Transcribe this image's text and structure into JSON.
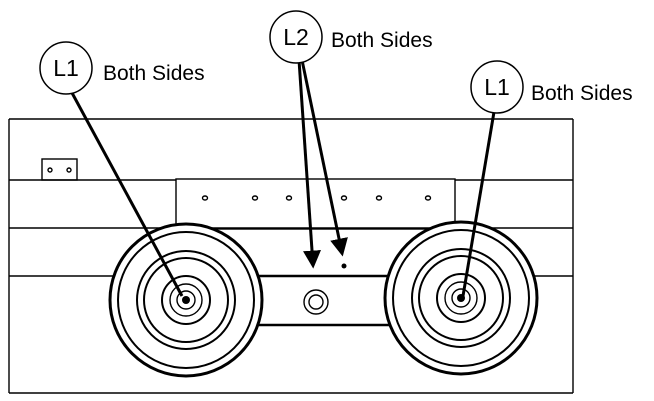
{
  "callouts": [
    {
      "tag": "L1",
      "text": "Both Sides"
    },
    {
      "tag": "L2",
      "text": "Both Sides"
    },
    {
      "tag": "L1",
      "text": "Both Sides"
    }
  ]
}
